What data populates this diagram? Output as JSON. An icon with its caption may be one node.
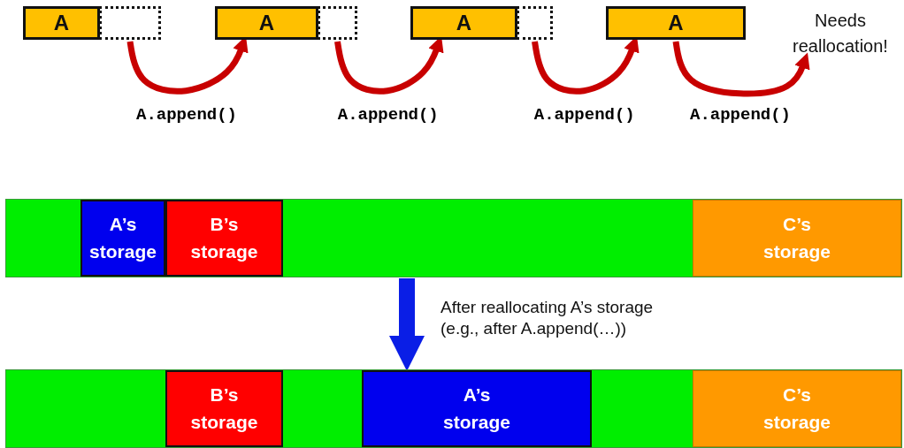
{
  "diagram": {
    "nodes": [
      {
        "text": [
          "A"
        ]
      },
      {
        "text": [],
        "shape": "box"
      },
      {
        "text": [
          "A"
        ]
      },
      {
        "text": [],
        "shape": "box"
      },
      {
        "text": [
          "A"
        ]
      },
      {
        "text": [],
        "shape": "box"
      },
      {
        "text": [
          "A"
        ]
      },
      {
        "text": [
          "Needs reallocation!"
        ]
      },
      {
        "text": [],
        "shape": "bar"
      },
      {
        "text": [
          "A’s storage"
        ],
        "in": 8
      },
      {
        "text": [
          "B’s storage"
        ],
        "in": 8
      },
      {
        "text": [
          "C’s storage"
        ],
        "in": 8
      },
      {
        "text": [],
        "shape": "bar"
      },
      {
        "text": [
          "B’s storage"
        ],
        "in": 12
      },
      {
        "text": [
          "A’s storage"
        ],
        "in": 12
      },
      {
        "text": [
          "C’s storage"
        ],
        "in": 12
      }
    ],
    "edges": [
      {
        "from": 1,
        "to": 2,
        "arrow": "to",
        "label": "A.append()"
      },
      {
        "from": 3,
        "to": 4,
        "arrow": "to",
        "label": "A.append()"
      },
      {
        "from": 5,
        "to": 6,
        "arrow": "to",
        "label": "A.append()"
      },
      {
        "from": 6,
        "to": 7,
        "arrow": "to",
        "label": "A.append()"
      },
      {
        "from": 8,
        "to": 12,
        "arrow": "to",
        "style": "thick",
        "color": "#0a1ee6"
      }
    ],
    "labels": [
      "After reallocating A’s storage (e.g., after A.append(…))"
    ]
  }
}
